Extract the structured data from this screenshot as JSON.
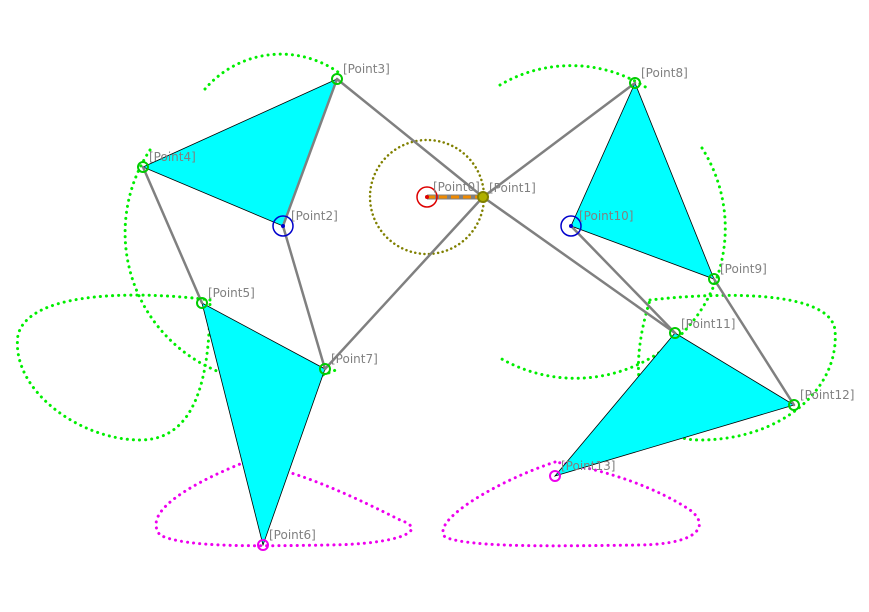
{
  "colors": {
    "background": "#ffffff",
    "triangle_fill": "#00ffff",
    "link": "#808080",
    "joint": "#00cc00",
    "ground_pivot": "#0000cc",
    "crank_pivot": "#dd0000",
    "crank_tip": "#808000",
    "crank_path": "#808000",
    "crank_bar": "#f08a00",
    "trace_green": "#00ee00",
    "trace_magenta": "#ee00ee",
    "label": "#808080"
  },
  "points": [
    {
      "id": "p0",
      "label": "[Point0]",
      "type": "crank-pivot"
    },
    {
      "id": "p1",
      "label": "[Point1]",
      "type": "crank-tip"
    },
    {
      "id": "p2",
      "label": "[Point2]",
      "type": "ground"
    },
    {
      "id": "p3",
      "label": "[Point3]",
      "type": "joint"
    },
    {
      "id": "p4",
      "label": "[Point4]",
      "type": "joint"
    },
    {
      "id": "p5",
      "label": "[Point5]",
      "type": "joint"
    },
    {
      "id": "p6",
      "label": "[Point6]",
      "type": "foot"
    },
    {
      "id": "p7",
      "label": "[Point7]",
      "type": "joint"
    },
    {
      "id": "p8",
      "label": "[Point8]",
      "type": "joint"
    },
    {
      "id": "p9",
      "label": "[Point9]",
      "type": "joint"
    },
    {
      "id": "p10",
      "label": "[Point10]",
      "type": "ground"
    },
    {
      "id": "p11",
      "label": "[Point11]",
      "type": "joint"
    },
    {
      "id": "p12",
      "label": "[Point12]",
      "type": "joint"
    },
    {
      "id": "p13",
      "label": "[Point13]",
      "type": "foot"
    }
  ]
}
